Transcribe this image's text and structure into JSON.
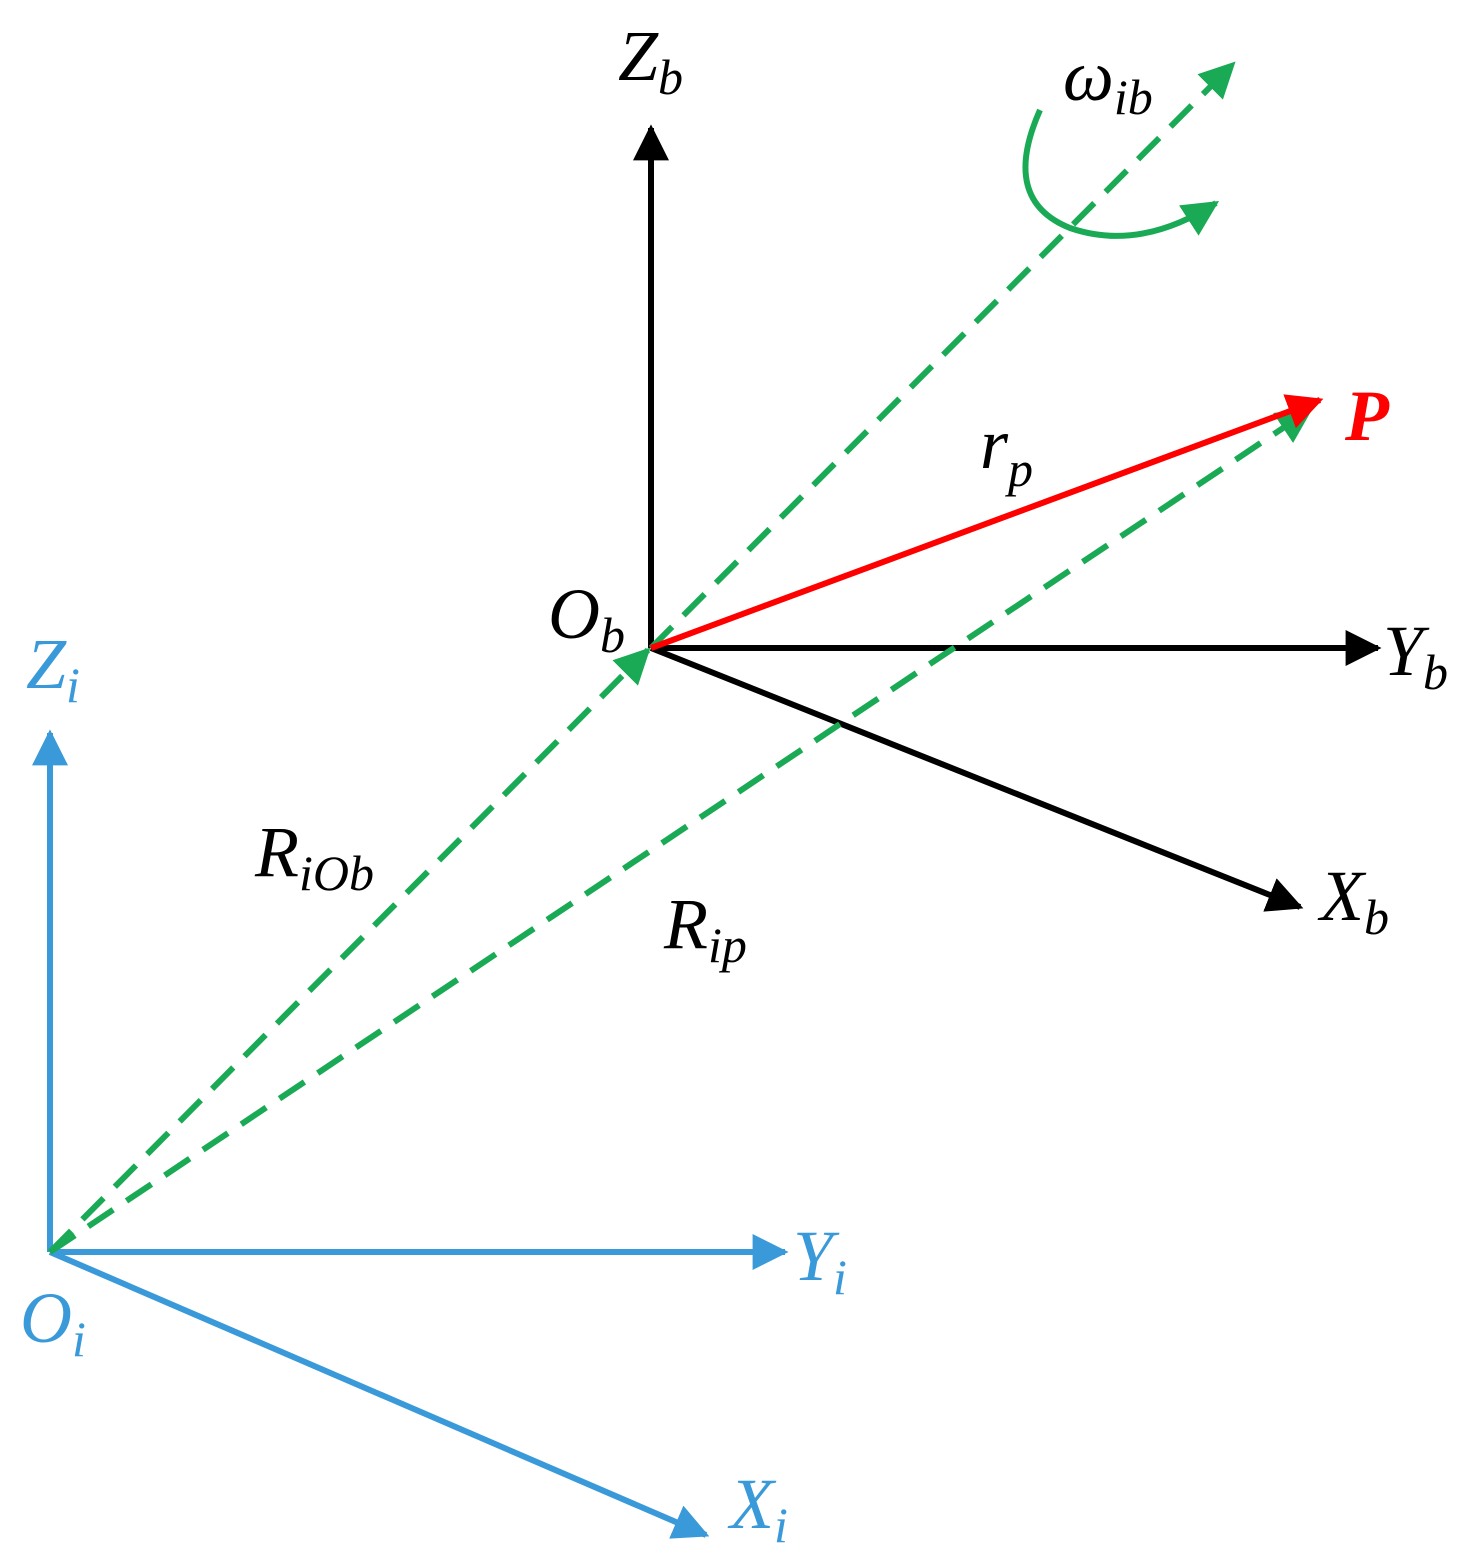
{
  "colors": {
    "body_frame": "#000000",
    "inertial_frame": "#3a9ad9",
    "vector_dashed": "#1aaa55",
    "point_vector": "#ff0000"
  },
  "labels": {
    "z_b": {
      "main": "Z",
      "sub": "b"
    },
    "y_b": {
      "main": "Y",
      "sub": "b"
    },
    "x_b": {
      "main": "X",
      "sub": "b"
    },
    "o_b": {
      "main": "O",
      "sub": "b"
    },
    "z_i": {
      "main": "Z",
      "sub": "i"
    },
    "y_i": {
      "main": "Y",
      "sub": "i"
    },
    "x_i": {
      "main": "X",
      "sub": "i"
    },
    "o_i": {
      "main": "O",
      "sub": "i"
    },
    "omega": {
      "main": "ω",
      "sub": "ib"
    },
    "r_p": {
      "main": "r",
      "sub": "p"
    },
    "point": "P",
    "R_iOb": {
      "main": "R",
      "sub": "iOb"
    },
    "R_ip": {
      "main": "R",
      "sub": "ip"
    }
  }
}
